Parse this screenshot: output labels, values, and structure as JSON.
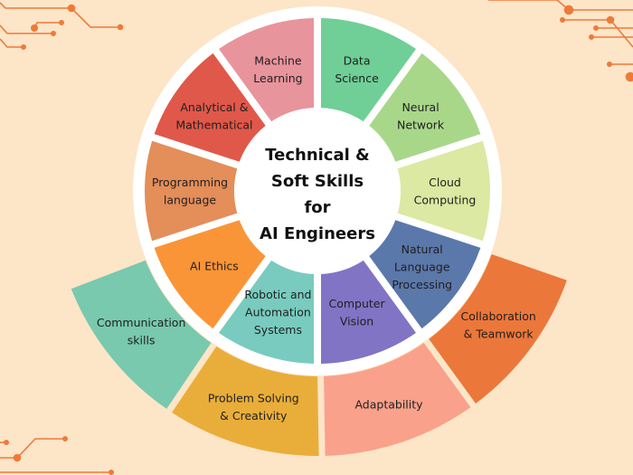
{
  "title": {
    "lines": [
      "Technical &",
      "Soft Skills",
      "for",
      "AI Engineers"
    ]
  },
  "colors": {
    "background": "#fde5c8",
    "ring": "#ffffff",
    "circuit": "#ee7a3a",
    "text": "#1f1f1f"
  },
  "technical_skills": [
    {
      "lines": [
        "Data",
        "Science"
      ],
      "color": "#6fcf97"
    },
    {
      "lines": [
        "Neural",
        "Network"
      ],
      "color": "#a9d78a"
    },
    {
      "lines": [
        "Cloud",
        "Computing"
      ],
      "color": "#dbe9a2"
    },
    {
      "lines": [
        "Natural",
        "Language",
        "Processing"
      ],
      "color": "#5b78ab"
    },
    {
      "lines": [
        "Computer",
        "Vision"
      ],
      "color": "#8274c4"
    },
    {
      "lines": [
        "Robotic and",
        "Automation",
        "Systems"
      ],
      "color": "#79cbbf"
    },
    {
      "lines": [
        "AI Ethics"
      ],
      "color": "#f99537"
    },
    {
      "lines": [
        "Programming",
        "language"
      ],
      "color": "#e48e5a"
    },
    {
      "lines": [
        "Analytical &",
        "Mathematical"
      ],
      "color": "#e0584a"
    },
    {
      "lines": [
        "Machine",
        "Learning"
      ],
      "color": "#e8949c"
    }
  ],
  "soft_skills": [
    {
      "lines": [
        "Collaboration",
        "& Teamwork"
      ],
      "color": "#ec773a"
    },
    {
      "lines": [
        "Adaptability"
      ],
      "color": "#f9a18b"
    },
    {
      "lines": [
        "Problem Solving",
        "& Creativity"
      ],
      "color": "#e9ae3a"
    },
    {
      "lines": [
        "Communication",
        "skills"
      ],
      "color": "#78c9ae"
    }
  ]
}
